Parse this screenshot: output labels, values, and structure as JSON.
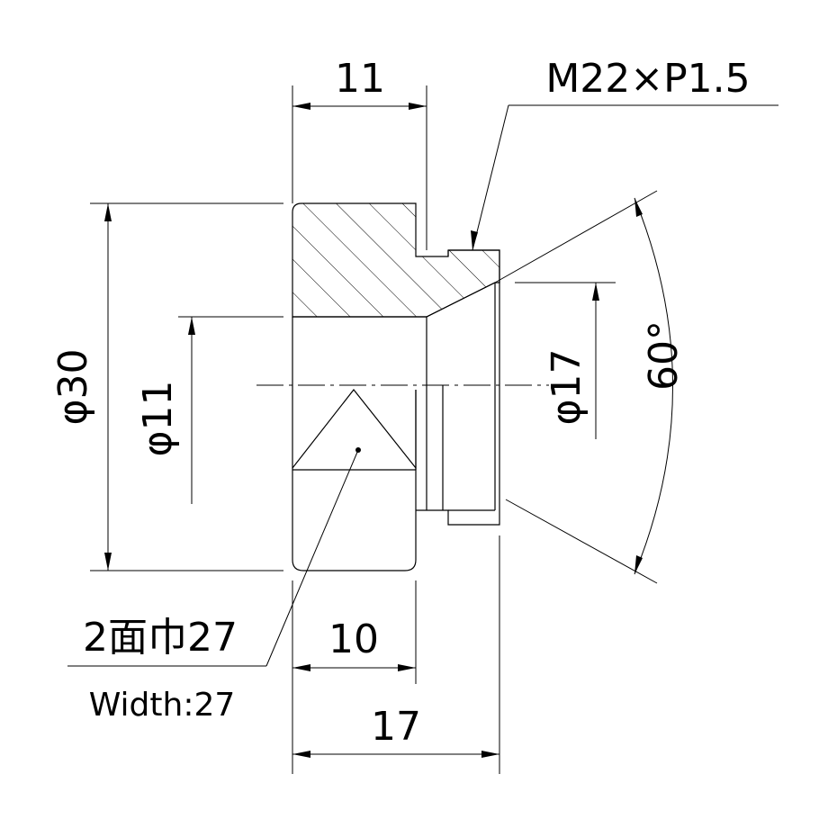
{
  "dimensions": {
    "width_top": "11",
    "thread": "M22×P1.5",
    "outer_diameter": "φ30",
    "bore_diameter": "φ11",
    "spigot_diameter": "φ17",
    "chamfer_angle": "60°",
    "hex_width_jp": "2面巾27",
    "hex_width_en": "Width:27",
    "hex_length": "10",
    "overall_length": "17"
  }
}
